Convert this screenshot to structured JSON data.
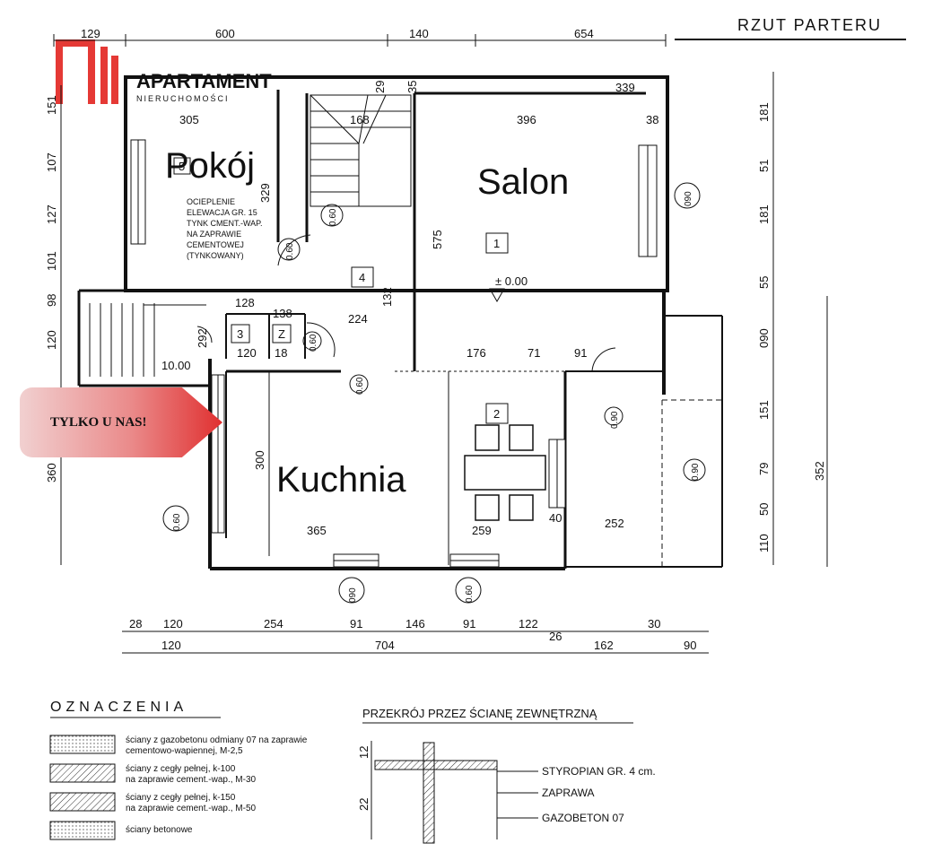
{
  "plan_title": "RZUT PARTERU",
  "brand": {
    "name": "APARTAMENT",
    "tagline": "NIERUCHOMOŚCI"
  },
  "promo_label": "TYLKO U NAS!",
  "colors": {
    "brand": "#e53935",
    "promo": "#e03030",
    "line": "#111111"
  },
  "rooms": [
    {
      "name": "Pokój",
      "number": "5"
    },
    {
      "name": "Salon",
      "number": "1",
      "level": "± 0.00"
    },
    {
      "name": "",
      "number": "4"
    },
    {
      "name": "Kuchnia",
      "number": "2"
    },
    {
      "name": "",
      "number": "3"
    },
    {
      "name": "",
      "number": "Z"
    }
  ],
  "wall_note": [
    "OCIEPLENIE",
    "ELEWACJA GR. 15",
    "TYNK CMENT.-WAP.",
    "NA ZAPRAWIE",
    "CEMENTOWEJ",
    "(TYNKOWANY)"
  ],
  "dims": {
    "top": [
      "129",
      "600",
      "140",
      "654"
    ],
    "top_inner": [
      "305",
      "168",
      "396",
      "38",
      "339",
      "35",
      "29"
    ],
    "left": [
      "151",
      "107",
      "127",
      "101",
      "98",
      "120",
      "360"
    ],
    "right": [
      "181",
      "51",
      "181",
      "55",
      "090",
      "151",
      "79",
      "50",
      "110"
    ],
    "right_total": "352",
    "bottom_row1": [
      "28",
      "120",
      "254",
      "91",
      "146",
      "91",
      "122",
      "30"
    ],
    "bottom_row2": [
      "120",
      "704",
      "162",
      "90"
    ],
    "interior": [
      "329",
      "575",
      "224",
      "132",
      "138",
      "120",
      "18",
      "128",
      "292",
      "176",
      "71",
      "91",
      "300",
      "365",
      "259",
      "252",
      "40",
      "10.00",
      "26"
    ]
  },
  "window_marks": [
    "090",
    "0.60",
    "090",
    "0.60",
    "0.90",
    "0.90",
    "0.60",
    "0.60",
    "0.60",
    "0.60"
  ],
  "legend": {
    "title": "OZNACZENIA",
    "items": [
      [
        "ściany z gazobetonu odmiany 07 na zaprawie",
        "cementowo-wapiennej, M-2,5"
      ],
      [
        "ściany z cegły pełnej, k-100",
        "na zaprawie cement.-wap., M-30"
      ],
      [
        "ściany z cegły pełnej, k-150",
        "na zaprawie cement.-wap., M-50"
      ],
      [
        "ściany betonowe"
      ]
    ]
  },
  "section": {
    "title": "PRZEKRÓJ PRZEZ ŚCIANĘ ZEWNĘTRZNĄ",
    "dims": [
      "12",
      "22"
    ],
    "labels": [
      "STYROPIAN GR. 4 cm.",
      "ZAPRAWA",
      "GAZOBETON 07"
    ]
  }
}
